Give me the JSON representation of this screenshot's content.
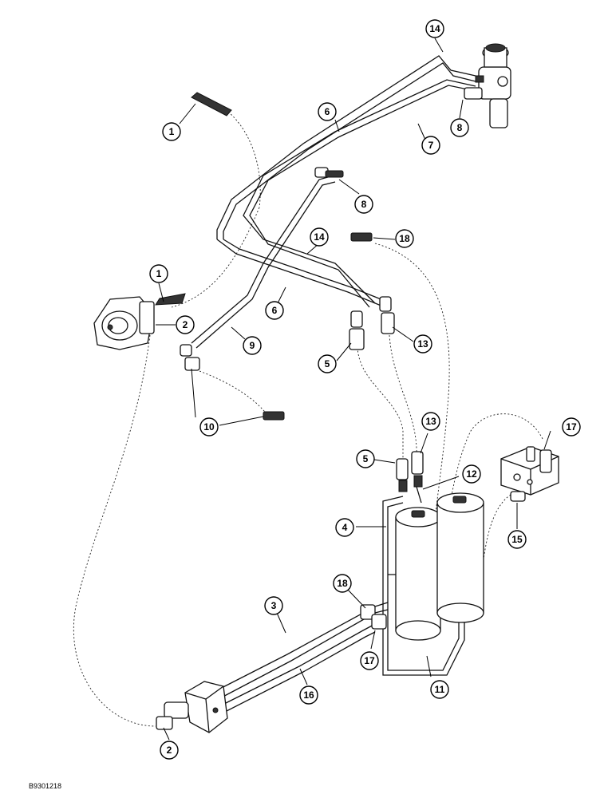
{
  "figure": {
    "part_code": "B9301218",
    "callouts": [
      "1",
      "1",
      "2",
      "2",
      "3",
      "4",
      "5",
      "5",
      "6",
      "6",
      "7",
      "8",
      "8",
      "9",
      "10",
      "11",
      "12",
      "13",
      "13",
      "14",
      "14",
      "15",
      "16",
      "17",
      "17",
      "18",
      "18"
    ]
  }
}
